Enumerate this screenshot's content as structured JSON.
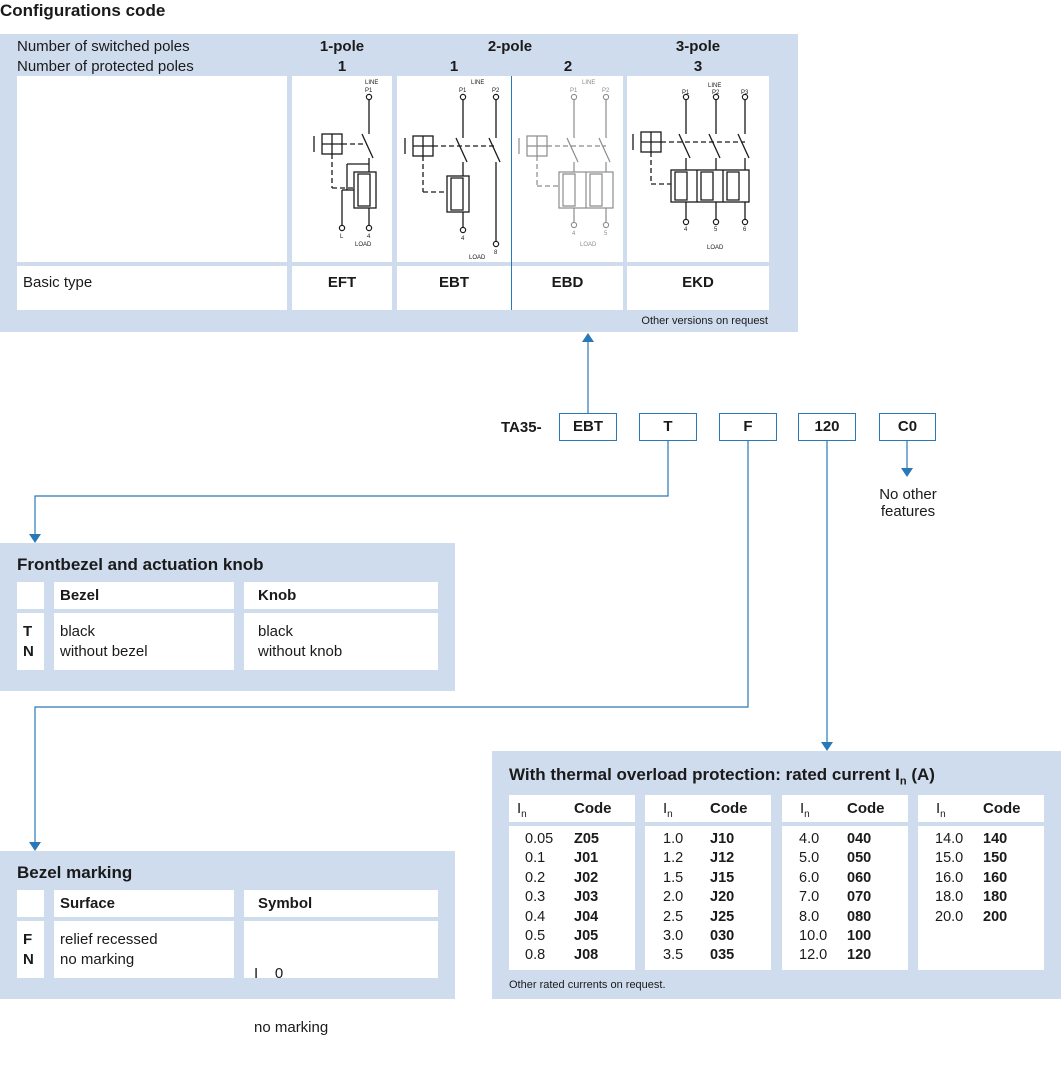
{
  "title": "Configurations code",
  "config": {
    "row_switched_label": "Number of switched poles",
    "row_protected_label": "Number of protected poles",
    "pole1": "1-pole",
    "pole2": "2-pole",
    "pole3": "3-pole",
    "protected": [
      "1",
      "1",
      "2",
      "3"
    ],
    "basic_type_label": "Basic type",
    "types": [
      "EFT",
      "EBT",
      "EBD",
      "EKD"
    ],
    "other_versions": "Other versions on request",
    "diagram_labels": {
      "line": "LINE",
      "load": "LOAD",
      "p1": "P1",
      "p2": "P2",
      "p3": "P3",
      "t_eft": [
        "L",
        "4"
      ],
      "t_ebt": [
        "4",
        "8"
      ],
      "t_ebd": [
        "4",
        "5"
      ],
      "t_ekd": [
        "4",
        "5",
        "6"
      ]
    }
  },
  "order_code": {
    "prefix": "TA35-",
    "segments": [
      "EBT",
      "T",
      "F",
      "120",
      "C0"
    ],
    "no_other_features": [
      "No other",
      "features"
    ]
  },
  "frontbezel": {
    "title": "Frontbezel and actuation knob",
    "header_bezel": "Bezel",
    "header_knob": "Knob",
    "codes": [
      "T",
      "N"
    ],
    "bezel_values": [
      "black",
      "without bezel"
    ],
    "knob_values": [
      "black",
      "without knob"
    ]
  },
  "bezel_marking": {
    "title": "Bezel marking",
    "header_surface": "Surface",
    "header_symbol": "Symbol",
    "codes": [
      "F",
      "N"
    ],
    "surface_values": [
      "relief recessed",
      "no marking"
    ],
    "symbol_values": [
      "I    0",
      "no marking"
    ]
  },
  "rated_current": {
    "title": "With thermal overload protection: rated current I",
    "title_sub": "n",
    "title_unit": " (A)",
    "col_in": "I",
    "col_in_sub": "n",
    "col_code": "Code",
    "columns": [
      {
        "in": [
          "0.05",
          "0.1",
          "0.2",
          "0.3",
          "0.4",
          "0.5",
          "0.8"
        ],
        "code": [
          "Z05",
          "J01",
          "J02",
          "J03",
          "J04",
          "J05",
          "J08"
        ]
      },
      {
        "in": [
          "1.0",
          "1.2",
          "1.5",
          "2.0",
          "2.5",
          "3.0",
          "3.5"
        ],
        "code": [
          "J10",
          "J12",
          "J15",
          "J20",
          "J25",
          "030",
          "035"
        ]
      },
      {
        "in": [
          "4.0",
          "5.0",
          "6.0",
          "7.0",
          "8.0",
          "10.0",
          "12.0"
        ],
        "code": [
          "040",
          "050",
          "060",
          "070",
          "080",
          "100",
          "120"
        ]
      },
      {
        "in": [
          "14.0",
          "15.0",
          "16.0",
          "18.0",
          "20.0"
        ],
        "code": [
          "140",
          "150",
          "160",
          "180",
          "200"
        ]
      }
    ],
    "footnote": "Other rated currents on request."
  },
  "colors": {
    "panel": "#cfdcee",
    "accent": "#2a78b6"
  }
}
